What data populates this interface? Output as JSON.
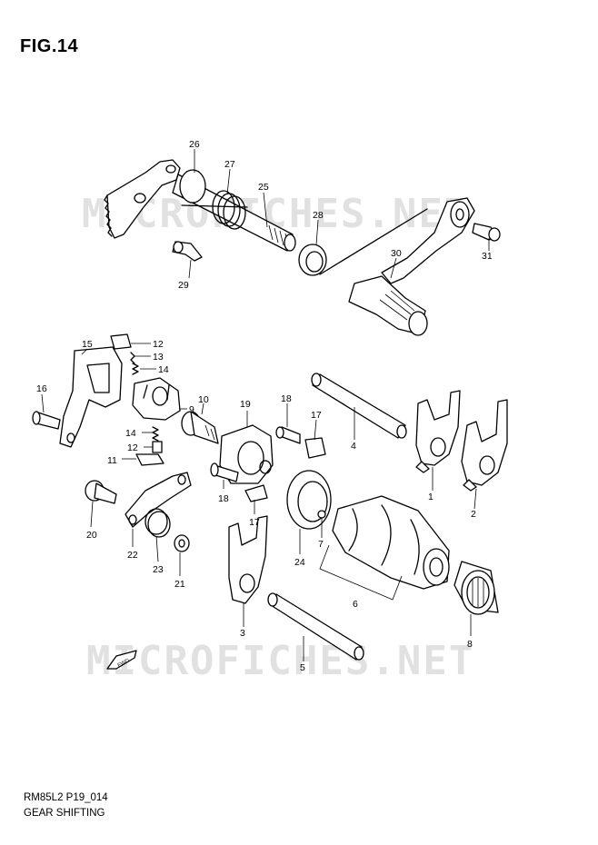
{
  "figure": {
    "title": "FIG.14",
    "code": "RM85L2 P19_014",
    "caption": "GEAR SHIFTING"
  },
  "watermark": {
    "text": "MICROFICHES.NET",
    "color": "#c9c9c9"
  },
  "fwd_label": "FWD",
  "callouts": [
    "1",
    "2",
    "3",
    "4",
    "5",
    "6",
    "7",
    "8",
    "9",
    "10",
    "11",
    "12",
    "12",
    "13",
    "14",
    "14",
    "15",
    "16",
    "17",
    "17",
    "18",
    "18",
    "19",
    "20",
    "21",
    "22",
    "23",
    "24",
    "25",
    "26",
    "27",
    "28",
    "29",
    "30",
    "31"
  ]
}
